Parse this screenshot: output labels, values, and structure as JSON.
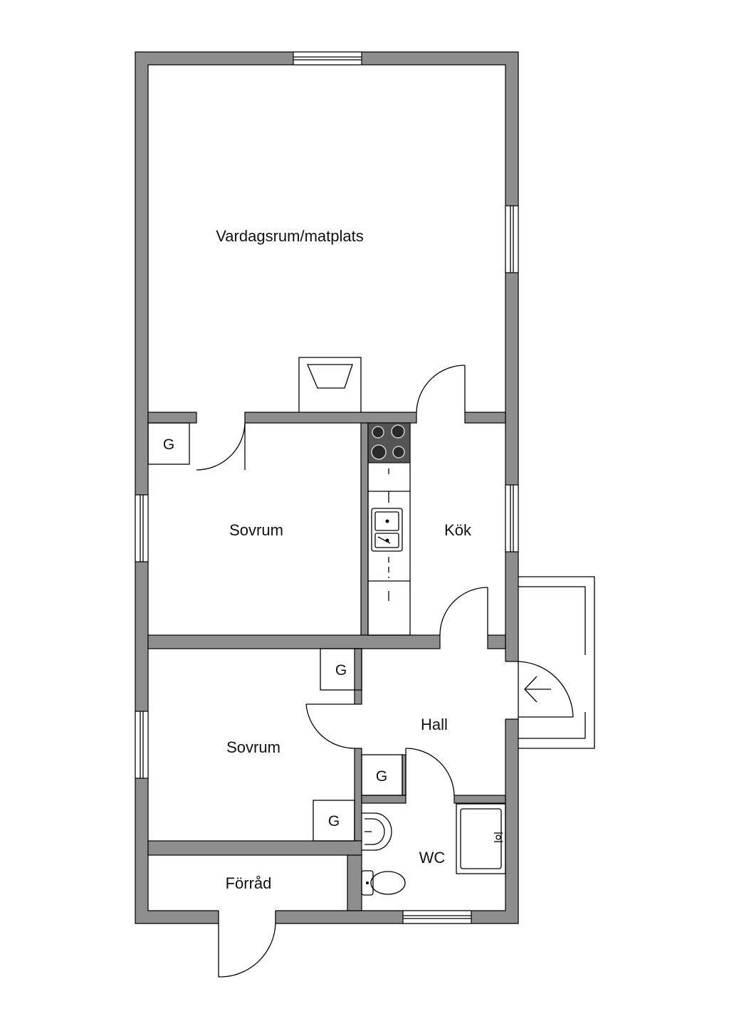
{
  "plan": {
    "rooms": {
      "living": "Vardagsrum/matplats",
      "bedroom_1": "Sovrum",
      "kitchen": "Kök",
      "bedroom_2": "Sovrum",
      "hall": "Hall",
      "wc": "WC",
      "storage": "Förråd"
    },
    "wardrobe_label": "G",
    "colors": {
      "wall": "#8e8e8e",
      "line": "#000000",
      "stove": "#555555"
    }
  }
}
